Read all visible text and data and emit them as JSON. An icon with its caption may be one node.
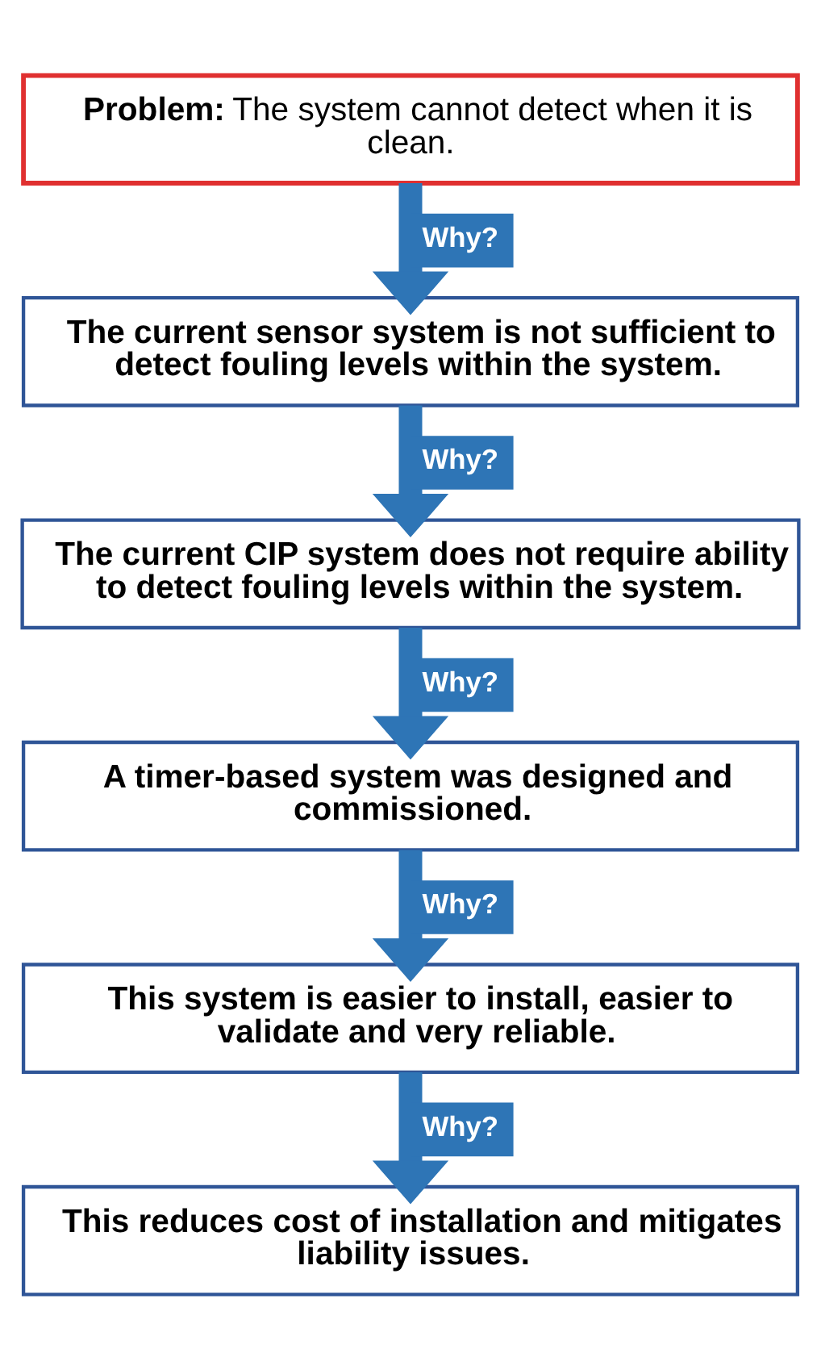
{
  "diagram": {
    "nodes": [
      {
        "text": [
          "**Problem:** The system cannot detect when it is clean."
        ]
      },
      {
        "text": [
          "The current sensor system is not sufficient to detect fouling levels within the system."
        ]
      },
      {
        "text": [
          "The current CIP system does not require ability to detect fouling levels within the system."
        ]
      },
      {
        "text": [
          "A timer-based system was designed and commissioned."
        ]
      },
      {
        "text": [
          "This system is easier to install, easier to validate and very reliable."
        ]
      },
      {
        "text": [
          "This reduces cost of installation and mitigates liability issues."
        ]
      }
    ],
    "edges": [
      {
        "from": 0,
        "to": 1,
        "arrow": "to",
        "label": "Why?"
      },
      {
        "from": 1,
        "to": 2,
        "arrow": "to",
        "label": "Why?"
      },
      {
        "from": 2,
        "to": 3,
        "arrow": "to",
        "label": "Why?"
      },
      {
        "from": 3,
        "to": 4,
        "arrow": "to",
        "label": "Why?"
      },
      {
        "from": 4,
        "to": 5,
        "arrow": "to",
        "label": "Why?"
      }
    ]
  }
}
